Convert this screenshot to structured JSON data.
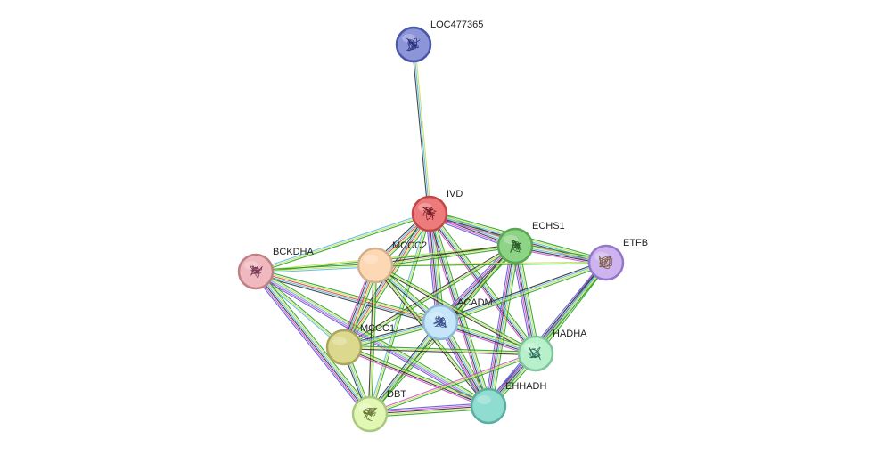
{
  "nodes": [
    {
      "id": "LOC477365",
      "label": "LOC477365",
      "fill": "#8c95d8",
      "stroke": "#4a56a6",
      "glyph": "#2c2f7a",
      "has_structure": true
    },
    {
      "id": "IVD",
      "label": "IVD",
      "fill": "#ee7b7b",
      "stroke": "#c24848",
      "glyph": "#7a1f2a",
      "has_structure": true
    },
    {
      "id": "ECHS1",
      "label": "ECHS1",
      "fill": "#8ed486",
      "stroke": "#5aa653",
      "glyph": "#2d5a2a",
      "has_structure": true
    },
    {
      "id": "ETFB",
      "label": "ETFB",
      "fill": "#cdb4f0",
      "stroke": "#9478c8",
      "glyph": "#7a5a3a",
      "has_structure": true
    },
    {
      "id": "BCKDHA",
      "label": "BCKDHA",
      "fill": "#f0b8bf",
      "stroke": "#c08088",
      "glyph": "#7a3a5a",
      "has_structure": true
    },
    {
      "id": "MCCC2",
      "label": "MCCC2",
      "fill": "#fcd9b4",
      "stroke": "#d3b18e",
      "glyph": "#8a6a4a",
      "has_structure": false
    },
    {
      "id": "ACADM",
      "label": "ACADM",
      "fill": "#c5e6fa",
      "stroke": "#8db8d6",
      "glyph": "#3a4a8a",
      "has_structure": true
    },
    {
      "id": "MCCC1",
      "label": "MCCC1",
      "fill": "#dcd98e",
      "stroke": "#a9a660",
      "glyph": "#6a6a3a",
      "has_structure": false
    },
    {
      "id": "HADHA",
      "label": "HADHA",
      "fill": "#b8f0cc",
      "stroke": "#7ec69a",
      "glyph": "#2a6a5a",
      "has_structure": true
    },
    {
      "id": "EHHADH",
      "label": "EHHADH",
      "fill": "#8fdcd0",
      "stroke": "#5aaea2",
      "glyph": "#2a6a5a",
      "has_structure": false
    },
    {
      "id": "DBT",
      "label": "DBT",
      "fill": "#e2f7b4",
      "stroke": "#aac87e",
      "glyph": "#6a7a3a",
      "has_structure": true
    }
  ],
  "edges": [
    {
      "source": "LOC477365",
      "target": "IVD",
      "colors": [
        "#c8e05a",
        "#5ab8e6",
        "#333333"
      ]
    },
    {
      "source": "IVD",
      "target": "ECHS1",
      "colors": [
        "#2aa02a",
        "#c8e05a",
        "#5ab8e6",
        "#333333",
        "#d04fd0",
        "#5a5ad8"
      ]
    },
    {
      "source": "IVD",
      "target": "ETFB",
      "colors": [
        "#2aa02a",
        "#c8e05a",
        "#5ab8e6",
        "#333333",
        "#d04fd0"
      ]
    },
    {
      "source": "IVD",
      "target": "BCKDHA",
      "colors": [
        "#2aa02a",
        "#c8e05a",
        "#5ab8e6"
      ]
    },
    {
      "source": "IVD",
      "target": "MCCC2",
      "colors": [
        "#2aa02a",
        "#c8e05a",
        "#e0423a",
        "#5ab8e6",
        "#333333"
      ]
    },
    {
      "source": "IVD",
      "target": "ACADM",
      "colors": [
        "#2aa02a",
        "#c8e05a",
        "#5ab8e6",
        "#333333",
        "#d04fd0",
        "#5a5ad8"
      ]
    },
    {
      "source": "IVD",
      "target": "MCCC1",
      "colors": [
        "#2aa02a",
        "#c8e05a",
        "#e0423a",
        "#5ab8e6",
        "#333333"
      ]
    },
    {
      "source": "IVD",
      "target": "HADHA",
      "colors": [
        "#2aa02a",
        "#c8e05a",
        "#5ab8e6",
        "#333333",
        "#d04fd0"
      ]
    },
    {
      "source": "IVD",
      "target": "EHHADH",
      "colors": [
        "#2aa02a",
        "#c8e05a",
        "#5ab8e6",
        "#333333",
        "#d04fd0"
      ]
    },
    {
      "source": "IVD",
      "target": "DBT",
      "colors": [
        "#2aa02a",
        "#c8e05a",
        "#5ab8e6"
      ]
    },
    {
      "source": "ECHS1",
      "target": "ETFB",
      "colors": [
        "#2aa02a",
        "#c8e05a",
        "#5ab8e6",
        "#333333",
        "#d04fd0"
      ]
    },
    {
      "source": "ECHS1",
      "target": "BCKDHA",
      "colors": [
        "#2aa02a",
        "#c8e05a"
      ]
    },
    {
      "source": "ECHS1",
      "target": "MCCC2",
      "colors": [
        "#2aa02a",
        "#c8e05a",
        "#333333"
      ]
    },
    {
      "source": "ECHS1",
      "target": "ACADM",
      "colors": [
        "#2aa02a",
        "#c8e05a",
        "#5ab8e6",
        "#333333",
        "#d04fd0",
        "#5a5ad8"
      ]
    },
    {
      "source": "ECHS1",
      "target": "MCCC1",
      "colors": [
        "#2aa02a",
        "#c8e05a",
        "#333333"
      ]
    },
    {
      "source": "ECHS1",
      "target": "HADHA",
      "colors": [
        "#2aa02a",
        "#c8e05a",
        "#5ab8e6",
        "#333333",
        "#d04fd0",
        "#5a5ad8"
      ]
    },
    {
      "source": "ECHS1",
      "target": "EHHADH",
      "colors": [
        "#2aa02a",
        "#c8e05a",
        "#5ab8e6",
        "#333333",
        "#d04fd0",
        "#5a5ad8"
      ]
    },
    {
      "source": "ECHS1",
      "target": "DBT",
      "colors": [
        "#2aa02a",
        "#c8e05a",
        "#333333"
      ]
    },
    {
      "source": "ETFB",
      "target": "MCCC2",
      "colors": [
        "#2aa02a",
        "#c8e05a"
      ]
    },
    {
      "source": "ETFB",
      "target": "ACADM",
      "colors": [
        "#2aa02a",
        "#c8e05a",
        "#5ab8e6",
        "#333333"
      ]
    },
    {
      "source": "ETFB",
      "target": "HADHA",
      "colors": [
        "#2aa02a",
        "#c8e05a",
        "#5ab8e6",
        "#333333",
        "#d04fd0"
      ]
    },
    {
      "source": "ETFB",
      "target": "EHHADH",
      "colors": [
        "#2aa02a",
        "#c8e05a",
        "#5ab8e6",
        "#333333",
        "#5a5ad8"
      ]
    },
    {
      "source": "BCKDHA",
      "target": "MCCC2",
      "colors": [
        "#2aa02a",
        "#c8e05a",
        "#5ab8e6"
      ]
    },
    {
      "source": "BCKDHA",
      "target": "ACADM",
      "colors": [
        "#2aa02a",
        "#c8e05a",
        "#e0423a",
        "#5ab8e6",
        "#333333"
      ]
    },
    {
      "source": "BCKDHA",
      "target": "MCCC1",
      "colors": [
        "#2aa02a",
        "#c8e05a",
        "#5ab8e6"
      ]
    },
    {
      "source": "BCKDHA",
      "target": "DBT",
      "colors": [
        "#2aa02a",
        "#c8e05a",
        "#5ab8e6",
        "#333333",
        "#d04fd0",
        "#5a5ad8"
      ]
    },
    {
      "source": "BCKDHA",
      "target": "EHHADH",
      "colors": [
        "#2aa02a",
        "#c8e05a",
        "#5ab8e6",
        "#d04fd0",
        "#5a5ad8"
      ]
    },
    {
      "source": "MCCC2",
      "target": "ACADM",
      "colors": [
        "#2aa02a",
        "#c8e05a",
        "#5ab8e6",
        "#333333"
      ]
    },
    {
      "source": "MCCC2",
      "target": "MCCC1",
      "colors": [
        "#2aa02a",
        "#c8e05a",
        "#e0423a",
        "#5ab8e6",
        "#333333",
        "#d04fd0"
      ]
    },
    {
      "source": "MCCC2",
      "target": "HADHA",
      "colors": [
        "#2aa02a",
        "#c8e05a",
        "#333333"
      ]
    },
    {
      "source": "MCCC2",
      "target": "EHHADH",
      "colors": [
        "#2aa02a",
        "#c8e05a",
        "#333333"
      ]
    },
    {
      "source": "MCCC2",
      "target": "DBT",
      "colors": [
        "#2aa02a",
        "#c8e05a",
        "#333333"
      ]
    },
    {
      "source": "ACADM",
      "target": "MCCC1",
      "colors": [
        "#2aa02a",
        "#c8e05a",
        "#5ab8e6",
        "#333333"
      ]
    },
    {
      "source": "ACADM",
      "target": "HADHA",
      "colors": [
        "#2aa02a",
        "#c8e05a",
        "#5ab8e6",
        "#333333",
        "#d04fd0"
      ]
    },
    {
      "source": "ACADM",
      "target": "EHHADH",
      "colors": [
        "#2aa02a",
        "#c8e05a",
        "#5ab8e6",
        "#333333",
        "#d04fd0",
        "#5a5ad8"
      ]
    },
    {
      "source": "ACADM",
      "target": "DBT",
      "colors": [
        "#2aa02a",
        "#c8e05a",
        "#5ab8e6",
        "#333333"
      ]
    },
    {
      "source": "MCCC1",
      "target": "HADHA",
      "colors": [
        "#2aa02a",
        "#c8e05a",
        "#333333"
      ]
    },
    {
      "source": "MCCC1",
      "target": "EHHADH",
      "colors": [
        "#2aa02a",
        "#c8e05a",
        "#333333",
        "#d04fd0"
      ]
    },
    {
      "source": "MCCC1",
      "target": "DBT",
      "colors": [
        "#2aa02a",
        "#c8e05a",
        "#5ab8e6",
        "#333333"
      ]
    },
    {
      "source": "HADHA",
      "target": "EHHADH",
      "colors": [
        "#2aa02a",
        "#c8e05a",
        "#5ab8e6",
        "#333333",
        "#d04fd0",
        "#5a5ad8"
      ]
    },
    {
      "source": "HADHA",
      "target": "DBT",
      "colors": [
        "#2aa02a",
        "#c8e05a",
        "#d04fd0"
      ]
    },
    {
      "source": "EHHADH",
      "target": "DBT",
      "colors": [
        "#2aa02a",
        "#c8e05a",
        "#333333",
        "#d04fd0",
        "#5a5ad8"
      ]
    }
  ]
}
